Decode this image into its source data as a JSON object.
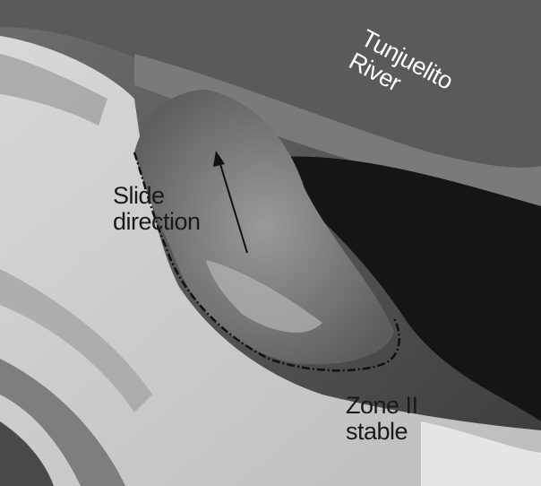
{
  "labels": {
    "river": [
      "Tunjuelito",
      "River"
    ],
    "slide": [
      "Slide",
      "direction"
    ],
    "zone": [
      "Zone II",
      "stable"
    ]
  },
  "colors": {
    "outline": "#111111",
    "arrow": "#111111"
  }
}
